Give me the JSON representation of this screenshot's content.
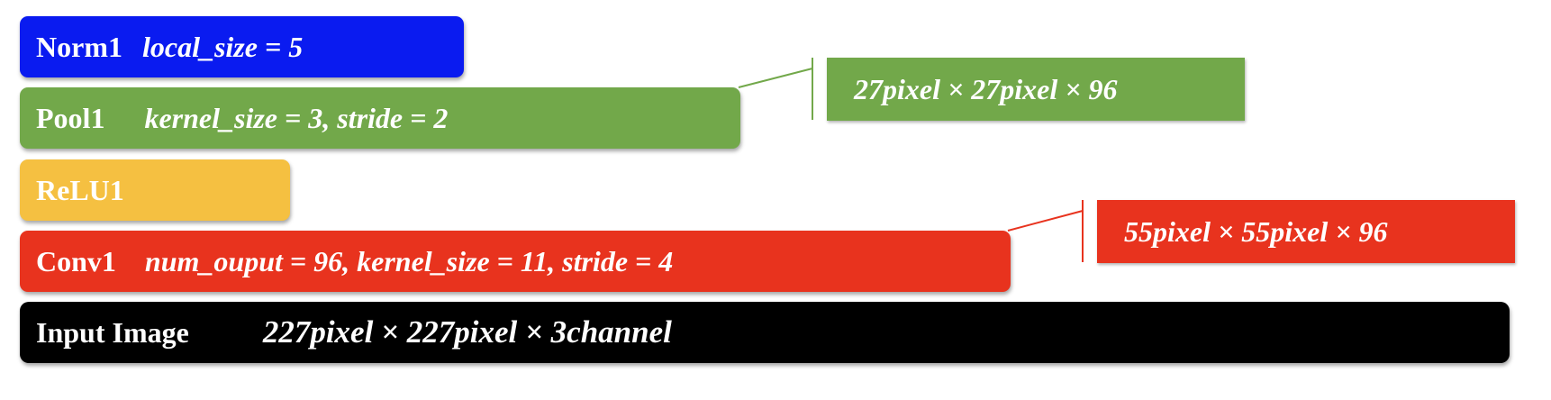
{
  "colors": {
    "norm": "#0a1bf0",
    "pool": "#72a84a",
    "relu": "#f5c041",
    "conv": "#e8331e",
    "input": "#000000",
    "pool_out": "#72a84a",
    "conv_out": "#e8331e"
  },
  "layers": {
    "norm1": {
      "name": "Norm1",
      "params": "local_size = 5"
    },
    "pool1": {
      "name": "Pool1",
      "params": "kernel_size = 3, stride = 2"
    },
    "relu1": {
      "name": "ReLU1",
      "params": ""
    },
    "conv1": {
      "name": "Conv1",
      "params": "num_ouput = 96, kernel_size = 11, stride = 4"
    },
    "input": {
      "name": "Input Image",
      "params": "227pixel × 227pixel × 3channel"
    }
  },
  "outputs": {
    "pool1": "27pixel × 27pixel × 96",
    "conv1": "55pixel × 55pixel × 96"
  }
}
